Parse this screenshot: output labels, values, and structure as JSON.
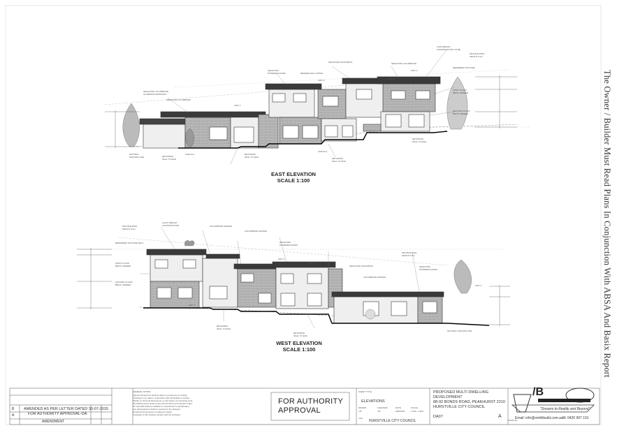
{
  "side_note": "The Owner / Builder Must Read Plans In Conjunction With ABSA And Basix Report",
  "east_elevation": {
    "title": "EAST ELEVATION",
    "scale": "SCALE 1:100",
    "unit_labels": [
      "UNIT 1",
      "UNIT 2",
      "UNIT 3",
      "UNIT 4"
    ]
  },
  "west_elevation": {
    "title": "WEST ELEVATION",
    "scale": "SCALE 1:100",
    "unit_labels": [
      "UNIT 1",
      "UNIT 2",
      "UNIT 3",
      "UNIT 4"
    ]
  },
  "title_block": {
    "amendment_row_b": "B",
    "amendment_row_a": "A",
    "amendment_text_1": "AMENDED AS PER LETTER DATED 30-07-2015",
    "amendment_text_2": "FOR AUTHORITY APPROVAL-DA",
    "amendment_header": "AMENDMENT",
    "status": "FOR AUTHORITY APPROVAL",
    "sheet_title": "ELEVATIONS",
    "council": "HURSTVILLE CITY COUNCIL",
    "project_line1": "PROPOSED MULTI DWELLING",
    "project_line2": "DEVELOPMENT",
    "project_line3": "88-92 BONDS ROAD, PEAKHURST 2210",
    "project_line4": "HURSTVILLE CITY COUNCIL",
    "drawing_no": "DA07",
    "revision": "A",
    "company_tagline": "\"Dreams to Reality and Beyond\"",
    "company_email": "Email: info@smithbuild.com.au",
    "company_phone": "M: 0420 997 191"
  },
  "colors": {
    "line": "#333333",
    "brick": "#9a9a9a",
    "roof": "#3a3a3a",
    "tree": "#777777"
  }
}
